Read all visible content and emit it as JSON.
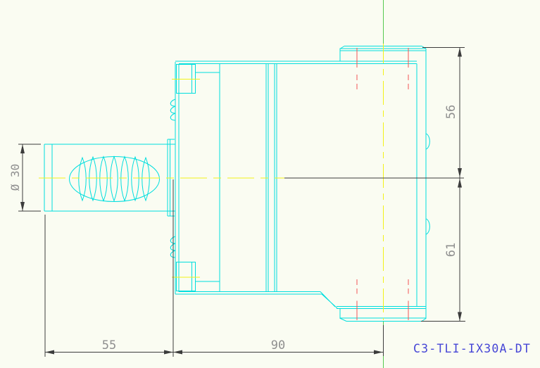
{
  "drawing": {
    "part_number": "C3-TLI-IX30A-DT",
    "dimensions": {
      "shaft_diameter_label": "Ø 30",
      "shaft_length_label": "55",
      "body_length_label": "90",
      "upper_height_label": "56",
      "lower_height_label": "61"
    },
    "colors": {
      "geometry": "#00dede",
      "centerline": "#f2f218",
      "axis_line": "#55c94f",
      "hidden_holes": "#f25555",
      "dimension_lines": "#3c3c3c",
      "dimension_text": "#8f8f8f",
      "part_number_text": "#4646d6",
      "background": "#fafcf2"
    }
  }
}
